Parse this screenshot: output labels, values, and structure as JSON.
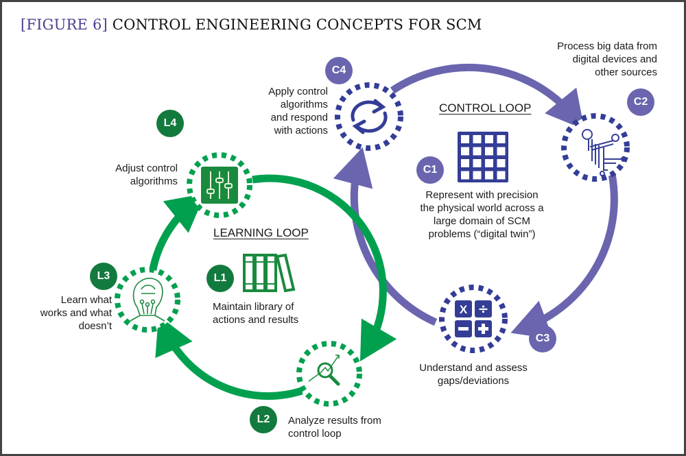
{
  "title": {
    "figure_label": "[FIGURE 6]",
    "text": "CONTROL ENGINEERING CONCEPTS FOR SCM"
  },
  "colors": {
    "control_loop": "#6a65ae",
    "control_icon": "#343d96",
    "learning_loop": "#00a04f",
    "learning_badge": "#137a3e",
    "figure_label": "#4b3f8f"
  },
  "control_loop": {
    "title": "CONTROL LOOP",
    "nodes": [
      {
        "id": "C1",
        "icon": "grid-icon",
        "text": [
          "Represent with precision",
          "the physical world across a",
          "large domain of SCM",
          "problems (“digital twin”)"
        ]
      },
      {
        "id": "C2",
        "icon": "circuit-icon",
        "text": [
          "Process big data from",
          "digital devices and",
          "other sources"
        ]
      },
      {
        "id": "C3",
        "icon": "calculator-icon",
        "text": [
          "Understand and assess",
          "gaps/deviations"
        ]
      },
      {
        "id": "C4",
        "icon": "refresh-cycle-icon",
        "text": [
          "Apply control",
          "algorithms",
          "and respond",
          "with actions"
        ]
      }
    ]
  },
  "learning_loop": {
    "title": "LEARNING LOOP",
    "nodes": [
      {
        "id": "L1",
        "icon": "library-books-icon",
        "text": [
          "Maintain library of",
          "actions and results"
        ]
      },
      {
        "id": "L2",
        "icon": "analyze-magnifier-icon",
        "text": [
          "Analyze results from",
          "control loop"
        ]
      },
      {
        "id": "L3",
        "icon": "brain-circuit-icon",
        "text": [
          "Learn what",
          "works and what",
          "doesn’t"
        ]
      },
      {
        "id": "L4",
        "icon": "sliders-icon",
        "text": [
          "Adjust control",
          "algorithms"
        ]
      }
    ]
  }
}
